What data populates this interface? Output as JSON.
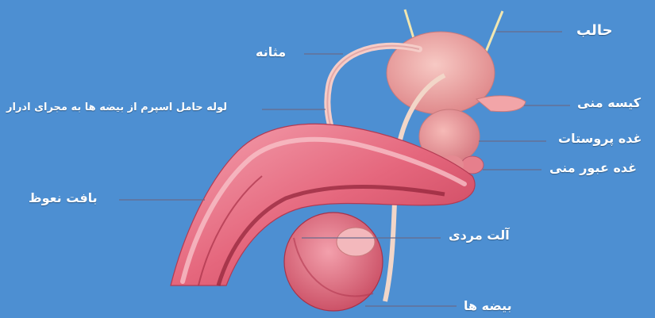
{
  "labels": {
    "ureter": "حالب",
    "bladder": "مثانه",
    "vas_deferens": "لوله حامل اسپرم از بیضه ها به مجرای ادرار",
    "seminal_vesicle": "کیسه منی",
    "prostate": "غده پروستات",
    "bulbourethral": "غده عبور منی",
    "erectile_tissue": "بافت نعوظ",
    "penis": "آلت مردی",
    "testes": "بیضه ها"
  },
  "colors": {
    "background": "#4d8fd2",
    "tissue": "#e8788a",
    "tissue_dark": "#c9485e",
    "tissue_light": "#f4b2ba",
    "gland": "#f0a6a8",
    "duct": "#f2d6c8",
    "leader": "#6a6a8a"
  }
}
